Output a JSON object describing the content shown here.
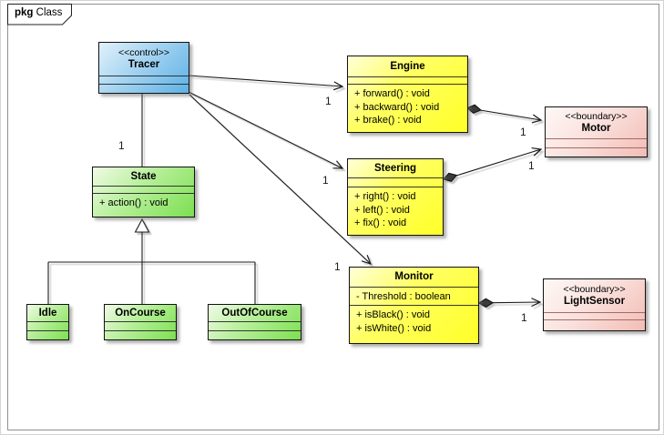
{
  "frame": {
    "keyword": "pkg",
    "diagram_name": "Class"
  },
  "colors": {
    "control_class": "#5db2e5",
    "plain_class": "#ffff28",
    "state_class": "#7cdf51",
    "boundary_class": "#f3bcb5",
    "line": "#1a1a1a"
  },
  "classes": {
    "tracer": {
      "stereotype": "<<control>>",
      "name": "Tracer"
    },
    "engine": {
      "name": "Engine",
      "operations": [
        "+ forward() : void",
        "+ backward() : void",
        "+ brake() : void"
      ]
    },
    "motor": {
      "stereotype": "<<boundary>>",
      "name": "Motor"
    },
    "state": {
      "name": "State",
      "operations": [
        "+ action() : void"
      ]
    },
    "steering": {
      "name": "Steering",
      "operations": [
        "+ right() : void",
        "+ left() : void",
        "+ fix() : void"
      ]
    },
    "monitor": {
      "name": "Monitor",
      "attributes": [
        "- Threshold : boolean"
      ],
      "operations": [
        "+ isBlack() : void",
        "+ isWhite() : void"
      ]
    },
    "lightsensor": {
      "stereotype": "<<boundary>>",
      "name": "LightSensor"
    },
    "idle": {
      "name": "Idle"
    },
    "oncourse": {
      "name": "OnCourse"
    },
    "outofcourse": {
      "name": "OutOfCourse"
    }
  },
  "multiplicities": {
    "tracer_state": "1",
    "tracer_engine": "1",
    "tracer_steering": "1",
    "tracer_monitor": "1",
    "engine_motor": "1",
    "steering_motor": "1",
    "monitor_lightsensor": "1"
  }
}
